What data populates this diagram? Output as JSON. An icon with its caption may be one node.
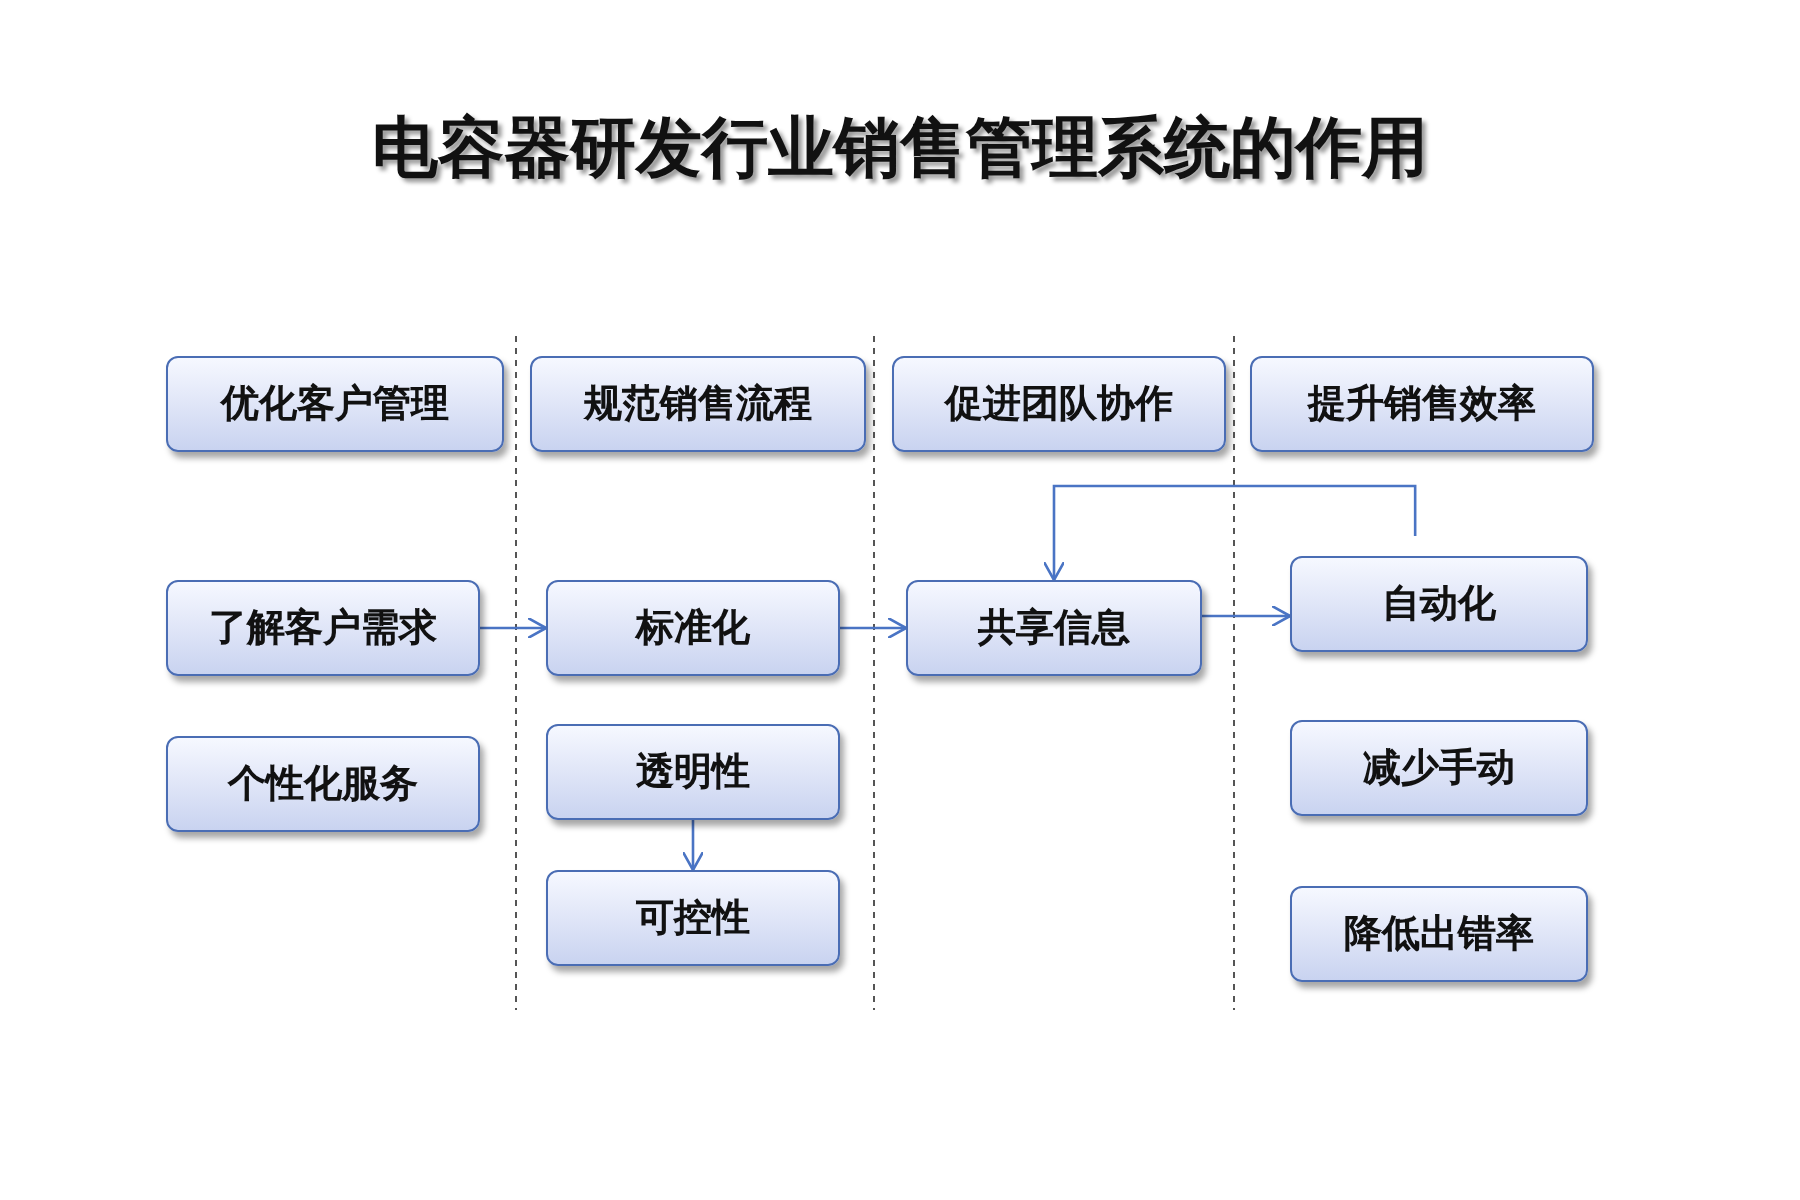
{
  "diagram": {
    "title": "电容器研发行业销售管理系统的作用",
    "nodes": [
      {
        "text": [
          "优化客户管理"
        ]
      },
      {
        "text": [
          "规范销售流程"
        ]
      },
      {
        "text": [
          "促进团队协作"
        ]
      },
      {
        "text": [
          "提升销售效率"
        ]
      },
      {
        "text": [
          "了解客户需求"
        ]
      },
      {
        "text": [
          "标准化"
        ]
      },
      {
        "text": [
          "共享信息"
        ]
      },
      {
        "text": [
          "自动化"
        ]
      },
      {
        "text": [
          "个性化服务"
        ]
      },
      {
        "text": [
          "透明性"
        ]
      },
      {
        "text": [
          "可控性"
        ]
      },
      {
        "text": [
          "减少手动"
        ]
      },
      {
        "text": [
          "降低出错率"
        ]
      }
    ],
    "edges": [
      {
        "from": 4,
        "to": 5,
        "arrow": "to"
      },
      {
        "from": 5,
        "to": 6,
        "arrow": "to"
      },
      {
        "from": 6,
        "to": 7,
        "arrow": "to"
      },
      {
        "from": 9,
        "to": 10,
        "arrow": "to"
      },
      {
        "from": 7,
        "to": 6,
        "arrow": "to"
      }
    ]
  }
}
